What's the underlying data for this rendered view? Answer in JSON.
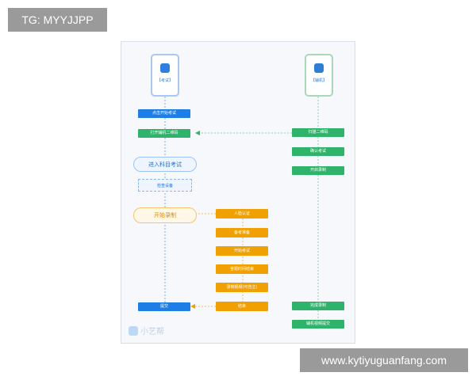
{
  "watermarks": {
    "top_left": "TG: MYYJJPP",
    "bottom_right": "www.kytiyuguanfang.com"
  },
  "phones": {
    "left_label": "【考试】",
    "right_label": "【辅机】"
  },
  "left_column": {
    "start_exam": "点击开始考试",
    "open_qr": "打开辅机二维码",
    "enter_subject": "进入科目考试",
    "check_device": "检查设备",
    "start_recording": "开始录制",
    "submit": "提交"
  },
  "middle_column": [
    "人脸认证",
    "备考准备",
    "开始考试",
    "答题时间结束",
    "录制视频(可自主)",
    "结束"
  ],
  "right_column": {
    "scan_qr": "扫描二维码",
    "confirm_exam": "确认考试",
    "start_recording": "开启录制",
    "finish_recording": "完成录制",
    "upload_video": "辅机视频提交"
  },
  "logo": {
    "text": "小艺帮"
  },
  "colors": {
    "blue": "#1f7ee6",
    "green": "#2fb36a",
    "orange": "#f0a000",
    "frame_bg": "#f6f8fb"
  }
}
